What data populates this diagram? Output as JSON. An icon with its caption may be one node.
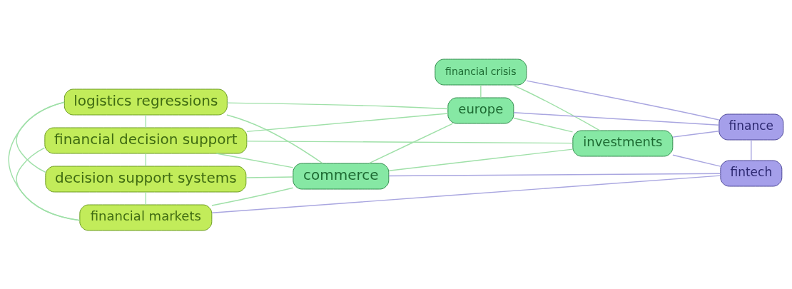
{
  "diagram": {
    "nodes": [
      {
        "text": [
          "financial crisis"
        ]
      },
      {
        "text": [
          "logistics regressions"
        ]
      },
      {
        "text": [
          "europe"
        ]
      },
      {
        "text": [
          "financial decision support"
        ]
      },
      {
        "text": [
          "investments"
        ]
      },
      {
        "text": [
          "finance"
        ]
      },
      {
        "text": [
          "commerce"
        ]
      },
      {
        "text": [
          "decision support systems"
        ]
      },
      {
        "text": [
          "fintech"
        ]
      },
      {
        "text": [
          "financial markets"
        ]
      }
    ],
    "edges": [
      {
        "from": 1,
        "to": 3,
        "arrow": "none"
      },
      {
        "from": 1,
        "to": 7,
        "arrow": "none"
      },
      {
        "from": 1,
        "to": 9,
        "arrow": "none"
      },
      {
        "from": 3,
        "to": 7,
        "arrow": "none"
      },
      {
        "from": 3,
        "to": 9,
        "arrow": "none"
      },
      {
        "from": 7,
        "to": 9,
        "arrow": "none"
      },
      {
        "from": 1,
        "to": 6,
        "arrow": "none"
      },
      {
        "from": 3,
        "to": 6,
        "arrow": "none"
      },
      {
        "from": 7,
        "to": 6,
        "arrow": "none"
      },
      {
        "from": 9,
        "to": 6,
        "arrow": "none"
      },
      {
        "from": 1,
        "to": 2,
        "arrow": "none"
      },
      {
        "from": 3,
        "to": 2,
        "arrow": "none"
      },
      {
        "from": 3,
        "to": 4,
        "arrow": "none"
      },
      {
        "from": 6,
        "to": 2,
        "arrow": "none"
      },
      {
        "from": 6,
        "to": 4,
        "arrow": "none"
      },
      {
        "from": 0,
        "to": 2,
        "arrow": "none"
      },
      {
        "from": 0,
        "to": 4,
        "arrow": "none"
      },
      {
        "from": 2,
        "to": 4,
        "arrow": "none"
      },
      {
        "from": 6,
        "to": 8,
        "arrow": "none",
        "color": "#a9a6e0"
      },
      {
        "from": 9,
        "to": 8,
        "arrow": "none",
        "color": "#a9a6e0"
      },
      {
        "from": 2,
        "to": 5,
        "arrow": "none",
        "color": "#a9a6e0"
      },
      {
        "from": 0,
        "to": 5,
        "arrow": "none",
        "color": "#a9a6e0"
      },
      {
        "from": 4,
        "to": 5,
        "arrow": "none",
        "color": "#a9a6e0"
      },
      {
        "from": 4,
        "to": 8,
        "arrow": "none",
        "color": "#a9a6e0"
      },
      {
        "from": 5,
        "to": 8,
        "arrow": "none",
        "color": "#a9a6e0"
      }
    ]
  }
}
